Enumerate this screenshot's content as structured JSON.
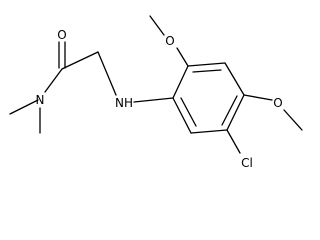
{
  "molecule": {
    "atoms": [
      {
        "id": "o-carbonyl",
        "symbol": "O"
      },
      {
        "id": "n-amide",
        "symbol": "N"
      },
      {
        "id": "n-amine",
        "symbol": "NH"
      },
      {
        "id": "o-methoxy-top",
        "symbol": "O"
      },
      {
        "id": "o-methoxy-right",
        "symbol": "O"
      },
      {
        "id": "cl",
        "symbol": "Cl"
      }
    ],
    "colors": {
      "bond": "#000000",
      "label": "#000000",
      "background": "#ffffff"
    }
  }
}
